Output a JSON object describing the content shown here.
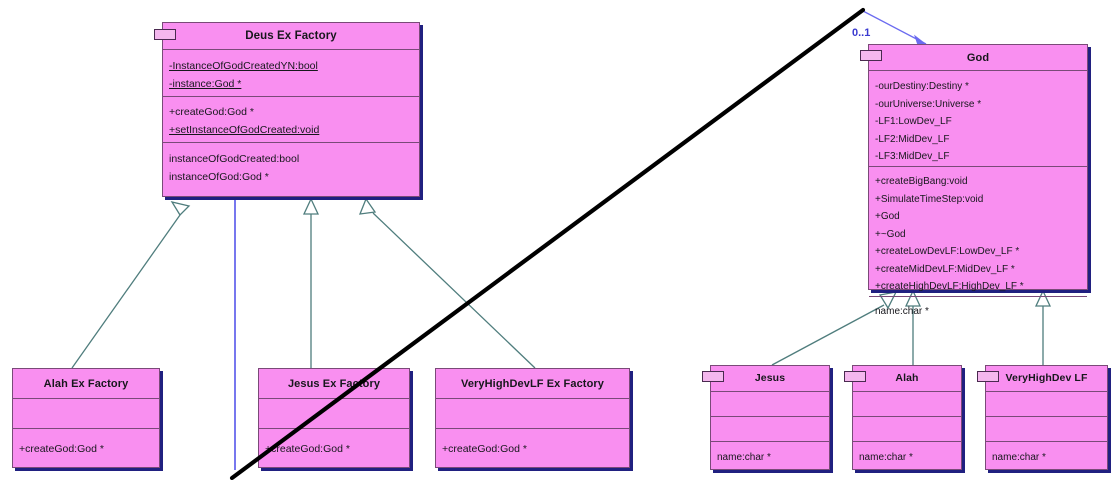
{
  "diagram": {
    "kind": "uml-class-diagram",
    "colors": {
      "class_fill": "#f98ff0",
      "class_border": "#7a4a78",
      "class_shadow": "#202080",
      "generalization": "#4f7d7d",
      "association": "#4a4ae8",
      "multiplicity_text": "#3a3ad0",
      "annotation_line": "#000000",
      "background": "#ffffff"
    },
    "classes": [
      {
        "id": "deus-ex-factory",
        "name": "Deus Ex Factory",
        "attributes": [
          {
            "text": "-InstanceOfGodCreatedYN:bool",
            "static": true
          },
          {
            "text": "-instance:God *",
            "static": true
          }
        ],
        "operations": [
          {
            "text": "+createGod:God *",
            "static": false
          },
          {
            "text": "+setInstanceOfGodCreated:void",
            "static": true
          }
        ],
        "extra": [
          {
            "text": "instanceOfGodCreated:bool",
            "static": false
          },
          {
            "text": "instanceOfGod:God *",
            "static": false
          }
        ]
      },
      {
        "id": "god",
        "name": "God",
        "attributes": [
          {
            "text": "-ourDestiny:Destiny *",
            "static": false
          },
          {
            "text": "-ourUniverse:Universe *",
            "static": false
          },
          {
            "text": "-LF1:LowDev_LF",
            "static": false
          },
          {
            "text": "-LF2:MidDev_LF",
            "static": false
          },
          {
            "text": "-LF3:MidDev_LF",
            "static": false
          }
        ],
        "operations": [
          {
            "text": "+createBigBang:void",
            "static": false
          },
          {
            "text": "+SimulateTimeStep:void",
            "static": false
          },
          {
            "text": "+God",
            "static": false
          },
          {
            "text": "+~God",
            "static": false
          },
          {
            "text": "+createLowDevLF:LowDev_LF *",
            "static": false
          },
          {
            "text": "+createMidDevLF:MidDev_LF *",
            "static": false
          },
          {
            "text": "+createHighDevLF:HighDev_LF *",
            "static": false
          }
        ],
        "extra": [
          {
            "text": "name:char *",
            "static": false
          }
        ]
      },
      {
        "id": "alah-ex-factory",
        "name": "Alah Ex Factory",
        "attributes": [],
        "operations": [
          {
            "text": "+createGod:God *",
            "static": false
          }
        ],
        "extra": []
      },
      {
        "id": "jesus-ex-factory",
        "name": "Jesus Ex Factory",
        "attributes": [],
        "operations": [
          {
            "text": "+createGod:God *",
            "static": false
          }
        ],
        "extra": []
      },
      {
        "id": "veryhighdevlf-ex-factory",
        "name": "VeryHighDevLF Ex Factory",
        "attributes": [],
        "operations": [
          {
            "text": "+createGod:God *",
            "static": false
          }
        ],
        "extra": []
      },
      {
        "id": "jesus",
        "name": "Jesus",
        "attributes": [],
        "operations": [],
        "extra": [
          {
            "text": "name:char *",
            "static": false
          }
        ]
      },
      {
        "id": "alah",
        "name": "Alah",
        "attributes": [],
        "operations": [],
        "extra": [
          {
            "text": "name:char *",
            "static": false
          }
        ]
      },
      {
        "id": "veryhighdev-lf",
        "name": "VeryHighDev LF",
        "attributes": [],
        "operations": [],
        "extra": [
          {
            "text": "name:char *",
            "static": false
          }
        ]
      }
    ],
    "relationships": [
      {
        "type": "generalization",
        "from": "alah-ex-factory",
        "to": "deus-ex-factory"
      },
      {
        "type": "generalization",
        "from": "jesus-ex-factory",
        "to": "deus-ex-factory"
      },
      {
        "type": "generalization",
        "from": "veryhighdevlf-ex-factory",
        "to": "deus-ex-factory"
      },
      {
        "type": "generalization",
        "from": "jesus",
        "to": "god"
      },
      {
        "type": "generalization",
        "from": "alah",
        "to": "god"
      },
      {
        "type": "generalization",
        "from": "veryhighdev-lf",
        "to": "god"
      },
      {
        "type": "association",
        "from": "deus-ex-factory",
        "to": "god",
        "multiplicity": "0..1"
      }
    ],
    "multiplicity_label": "0..1"
  }
}
